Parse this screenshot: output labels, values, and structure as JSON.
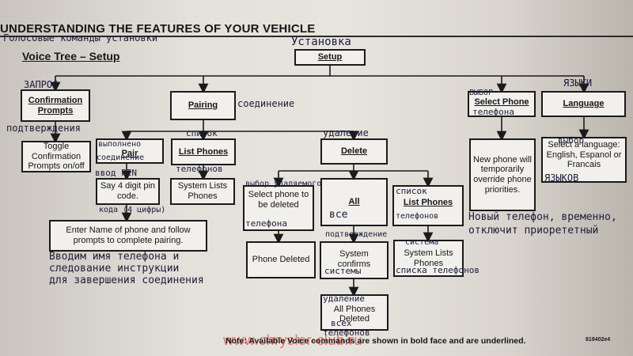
{
  "header": {
    "title": "UNDERSTANDING THE FEATURES OF YOUR VEHICLE",
    "section": "Voice Tree – Setup"
  },
  "boxes": {
    "setup": "Setup",
    "confirmation": "Confirmation Prompts",
    "pairing": "Pairing",
    "select_phone": "Select Phone",
    "language": "Language",
    "toggle": "Toggle Confirmation Prompts on/off",
    "pair": "Pair",
    "list_phones": "List Phones",
    "delete": "Delete",
    "new_phone": "New phone will temporarily override phone priorities.",
    "select_language": "Select a language: English, Espanol or Francais",
    "say_pin": "Say 4 digit pin code.",
    "system_lists": "System Lists Phones",
    "enter_name": "Enter Name of phone and follow prompts to complete pairing.",
    "select_delete": "Select phone to be deleted",
    "all": "All",
    "list_phones_2": "List Phones",
    "phone_deleted": "Phone Deleted",
    "system_confirms": "System confirms",
    "system_lists_2": "System Lists Phones",
    "all_deleted": "All Phones Deleted"
  },
  "handwriting": {
    "h_title": "Голосовые команды установки",
    "h_setup": "Установка",
    "h_zapros": "ЗАПРОС",
    "h_podtv": "подтверждения",
    "h_soedinenie": "соединение",
    "h_vypolneno": "выполнено",
    "h_soedinenie2": "соединение",
    "h_spisok": "список",
    "h_telefonov": "телефонов",
    "h_udalenie": "удаление",
    "h_vvod_pin": "ввод PIN",
    "h_koda": "кода (4 цифры)",
    "h_vybor": "ВЫБОР",
    "h_telefona": "телефона",
    "h_yazyki": "ЯЗЫКИ",
    "h_vybor2": "выбор",
    "h_yazykov": "ЯЗЫКОВ",
    "h_vybor_udal": "выбор удаляемого",
    "h_telefona2": "телефона",
    "h_vse": "все",
    "h_spisok2": "список",
    "h_telefonov2": "телефонов",
    "h_podtv2": "подтверждение",
    "h_sistemy": "системы",
    "h_sistema": "система",
    "h_spiska": "списка телефонов",
    "h_vvodim1": "Вводим имя телефона и",
    "h_vvodim2": "следование инструкции",
    "h_vvodim3": "для завершения соединения",
    "h_novyi1": "Новый телефон, временно,",
    "h_novyi2": "отключит приорететный",
    "h_udalenie2": "удаление",
    "h_vsekh": "всех",
    "h_telefonov3": "телефонов"
  },
  "footer": {
    "watermark": "www.chrysler-club.ru",
    "note": "Note: Available Voice commands are shown in bold face and are underlined.",
    "code": "819402e4"
  }
}
